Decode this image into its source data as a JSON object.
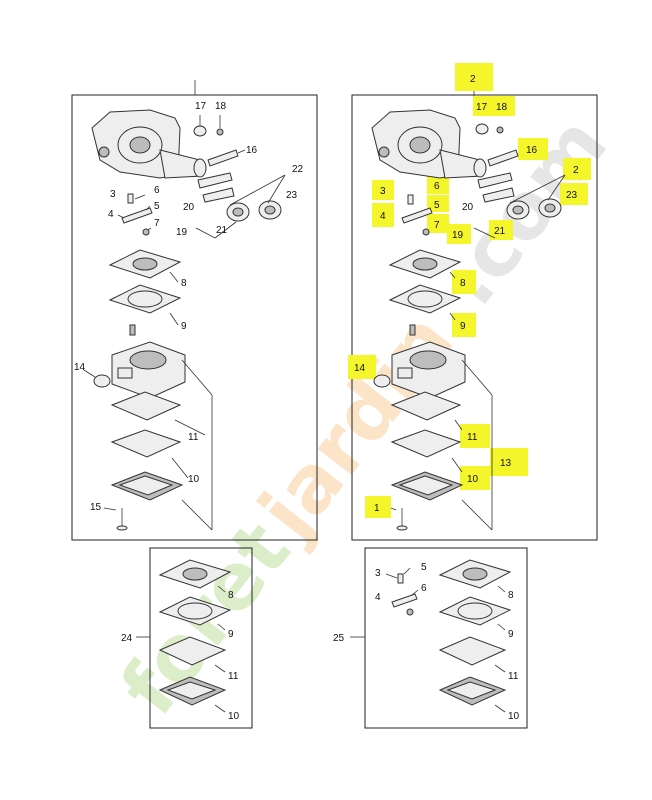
{
  "watermark": {
    "text_parts": [
      "foret",
      "jardin",
      ".com"
    ],
    "colors": [
      "#7fbf3f",
      "#f2a23c",
      "#a8a8a8"
    ]
  },
  "colors": {
    "highlight": "#f4f52a",
    "line": "#222222"
  },
  "left_panel": {
    "labels": [
      "17",
      "18",
      "16",
      "22",
      "23",
      "3",
      "6",
      "4",
      "5",
      "7",
      "20",
      "19",
      "21",
      "8",
      "9",
      "14",
      "11",
      "10",
      "15"
    ]
  },
  "right_panel": {
    "labels": [
      "2",
      "17",
      "18",
      "16",
      "2",
      "23",
      "3",
      "6",
      "5",
      "4",
      "7",
      "20",
      "19",
      "21",
      "8",
      "9",
      "14",
      "11",
      "13",
      "10",
      "1"
    ]
  },
  "kit_24": {
    "id": "24",
    "labels": [
      "8",
      "9",
      "11",
      "10"
    ]
  },
  "kit_25": {
    "id": "25",
    "labels": [
      "3",
      "5",
      "6",
      "4",
      "8",
      "9",
      "11",
      "10"
    ]
  }
}
